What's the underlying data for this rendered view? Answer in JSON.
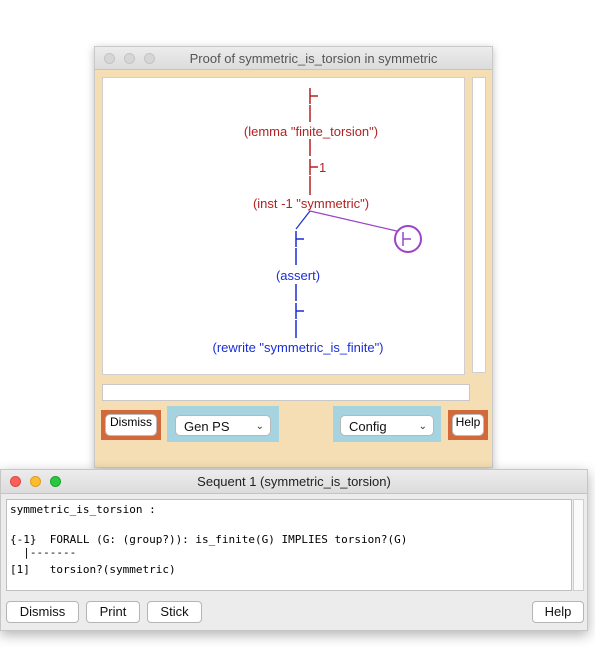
{
  "proof_window": {
    "title": "Proof of symmetric_is_torsion in symmetric",
    "nodes": [
      {
        "label": "(lemma \"finite_torsion\")",
        "color": "#b22222"
      },
      {
        "label": "(inst -1 \"symmetric\")",
        "color": "#b22222"
      },
      {
        "label": "(assert)",
        "color": "#1a2ed6"
      },
      {
        "label": "(rewrite \"symmetric_is_finite\")",
        "color": "#1a2ed6"
      }
    ],
    "branch_number": "1",
    "turnstile_glyph": "⊢",
    "info_text": "",
    "buttons": {
      "dismiss": "Dismiss",
      "gen_ps": "Gen PS",
      "config": "Config",
      "help": "Help"
    }
  },
  "sequent_window": {
    "title": "Sequent 1 (symmetric_is_torsion)",
    "lines": [
      "symmetric_is_torsion :",
      "",
      "{-1}  FORALL (G: (group?)): is_finite(G) IMPLIES torsion?(G)",
      "  |-------",
      "[1]   torsion?(symmetric)"
    ],
    "buttons": {
      "dismiss": "Dismiss",
      "print": "Print",
      "stick": "Stick",
      "help": "Help"
    }
  },
  "colors": {
    "done": "#b22222",
    "pending": "#1a2ed6",
    "current": "#9b44c8",
    "panel": "#f5deb3",
    "button_frame": "#d1693a",
    "select_frame": "#a6d3e0"
  }
}
